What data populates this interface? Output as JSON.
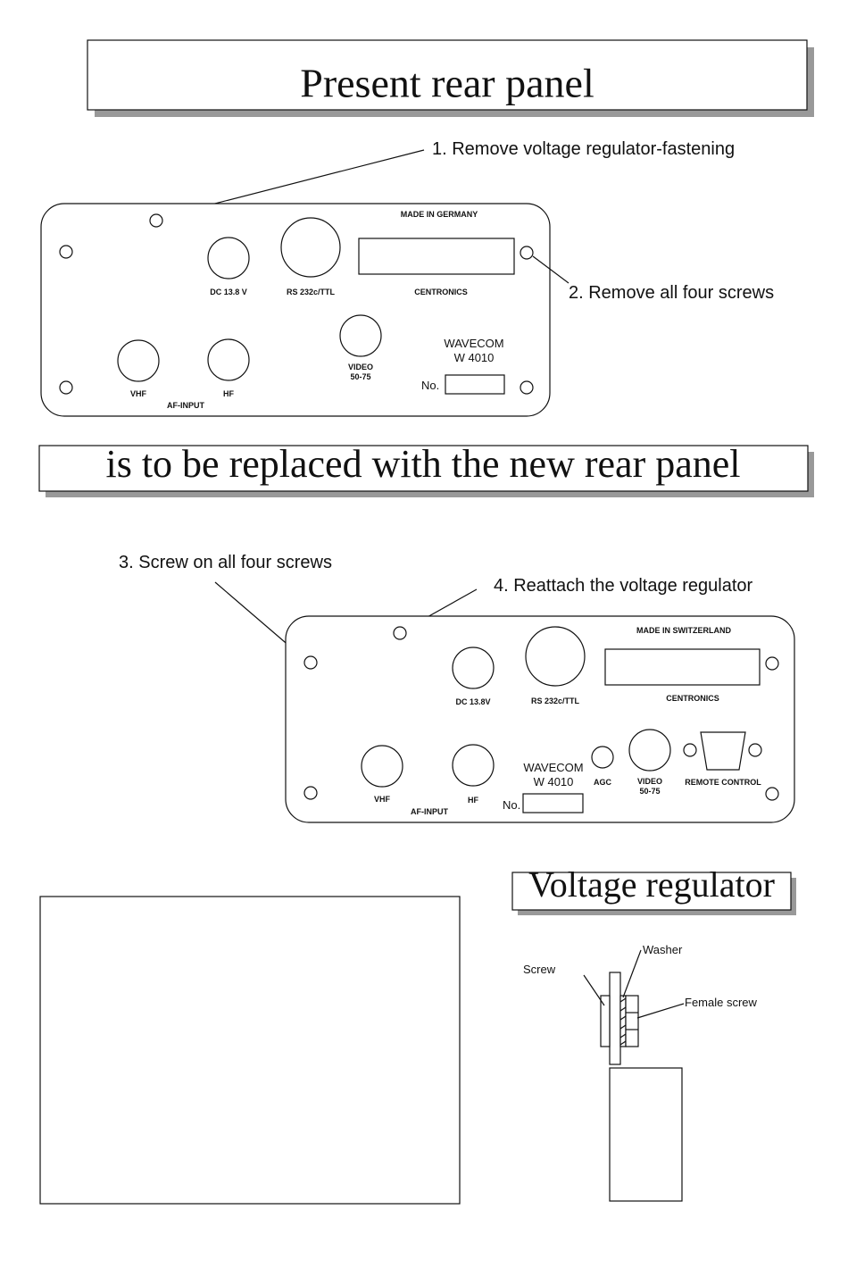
{
  "title_present": "Present rear panel",
  "title_replace": "is to be replaced with the new rear panel",
  "title_regulator": "Voltage regulator",
  "steps": {
    "step1": "1. Remove voltage regulator-fastening",
    "step2": "2. Remove all four screws",
    "step3": "3. Screw on all four screws",
    "step4": "4. Reattach the voltage regulator"
  },
  "old_panel": {
    "made_in": "MADE IN GERMANY",
    "dc": "DC 13.8 V",
    "rs232": "RS 232c/TTL",
    "centronics": "CENTRONICS",
    "video_1": "VIDEO",
    "video_2": "50-75",
    "brand_1": "WAVECOM",
    "brand_2": "W 4010",
    "no": "No.",
    "vhf": "VHF",
    "hf": "HF",
    "af_input": "AF-INPUT"
  },
  "new_panel": {
    "made_in": "MADE IN SWITZERLAND",
    "dc": "DC 13.8V",
    "rs232": "RS 232c/TTL",
    "centronics": "CENTRONICS",
    "brand_1": "WAVECOM",
    "brand_2": "W 4010",
    "agc": "AGC",
    "video_1": "VIDEO",
    "video_2": "50-75",
    "remote": "REMOTE CONTROL",
    "vhf": "VHF",
    "hf": "HF",
    "af_input": "AF-INPUT",
    "no": "No."
  },
  "regulator": {
    "washer": "Washer",
    "screw": "Screw",
    "female_screw": "Female screw"
  }
}
